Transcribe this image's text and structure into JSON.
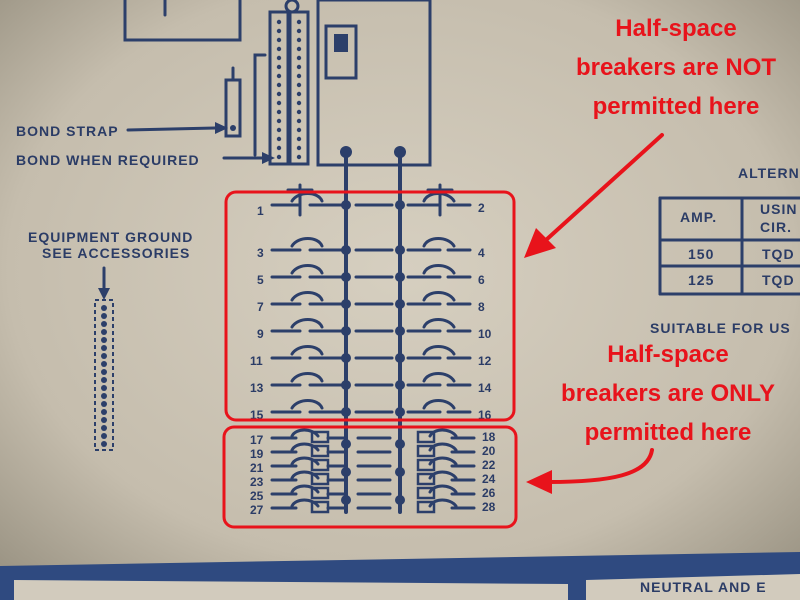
{
  "diagram": {
    "labels": {
      "bond_strap": "BOND STRAP",
      "bond_when_required": "BOND WHEN REQUIRED",
      "equipment_ground_line1": "EQUIPMENT GROUND",
      "equipment_ground_line2": "SEE ACCESSORIES",
      "alternate_header": "ALTERNA",
      "suitable_for": "SUITABLE FOR US",
      "neutral_and": "NEUTRAL AND E"
    },
    "table": {
      "headers": [
        "AMP.",
        "USIN",
        "CIR."
      ],
      "rows": [
        {
          "amp": "150",
          "cir": "TQD"
        },
        {
          "amp": "125",
          "cir": "TQD"
        }
      ]
    },
    "circuits_left": [
      "1",
      "3",
      "5",
      "7",
      "9",
      "11",
      "13",
      "15",
      "17",
      "19",
      "21",
      "23",
      "25",
      "27"
    ],
    "circuits_right": [
      "2",
      "4",
      "6",
      "8",
      "10",
      "12",
      "14",
      "16",
      "18",
      "20",
      "22",
      "24",
      "26",
      "28"
    ]
  },
  "annotations": {
    "top": [
      "Half-space",
      "breakers are NOT",
      "permitted here"
    ],
    "bottom": [
      "Half-space",
      "breakers are ONLY",
      "permitted here"
    ],
    "color": "#e8131b"
  },
  "colors": {
    "paper": "#c9c2b3",
    "ink": "#2c3f6a",
    "annotation": "#e8131b"
  }
}
